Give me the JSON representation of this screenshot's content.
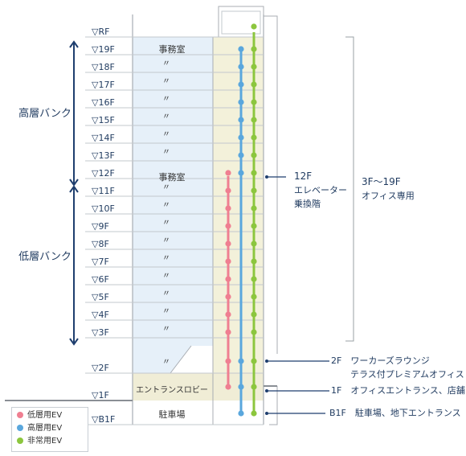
{
  "colors": {
    "office_fill": "#e6f0f9",
    "core_fill": "#f3f1da",
    "lobby_fill": "#f0edd6",
    "outline": "#a8adb3",
    "label": "#1f3a5f",
    "bracket": "#1e3e6e",
    "low_ev": "#ef7f91",
    "high_ev": "#5aa7dd",
    "emergency_ev": "#8cc63e"
  },
  "floors": {
    "upper": [
      "▽RF",
      "▽19F",
      "▽18F",
      "▽17F",
      "▽16F",
      "▽15F",
      "▽14F",
      "▽13F",
      "▽12F",
      "▽11F",
      "▽10F",
      "▽9F",
      "▽8F",
      "▽7F",
      "▽6F",
      "▽5F",
      "▽4F",
      "▽3F"
    ],
    "lower": [
      "▽2F",
      "▽1F",
      "▽B1F"
    ]
  },
  "rooms": {
    "office": "事務室",
    "ditto": "〃",
    "lobby": "エントランスロビー",
    "parking": "駐車場"
  },
  "banks": {
    "high": "高層バンク",
    "low": "低層バンク"
  },
  "annotations": {
    "transfer_line1": "12F",
    "transfer_line2": "エレベーター",
    "transfer_line3": "乗換階",
    "office_range_line1": "3F〜19F",
    "office_range_line2": "オフィス専用",
    "f2_line1": "2F　ワーカーズラウンジ",
    "f2_line2": "テラス付プレミアムオフィス",
    "f1": "1F　オフィスエントランス、店舗",
    "b1f": "B1F　駐車場、地下エントランス"
  },
  "legend": [
    {
      "label": "低層用EV",
      "color": "#ef7f91"
    },
    {
      "label": "高層用EV",
      "color": "#5aa7dd"
    },
    {
      "label": "非常用EV",
      "color": "#8cc63e"
    }
  ]
}
